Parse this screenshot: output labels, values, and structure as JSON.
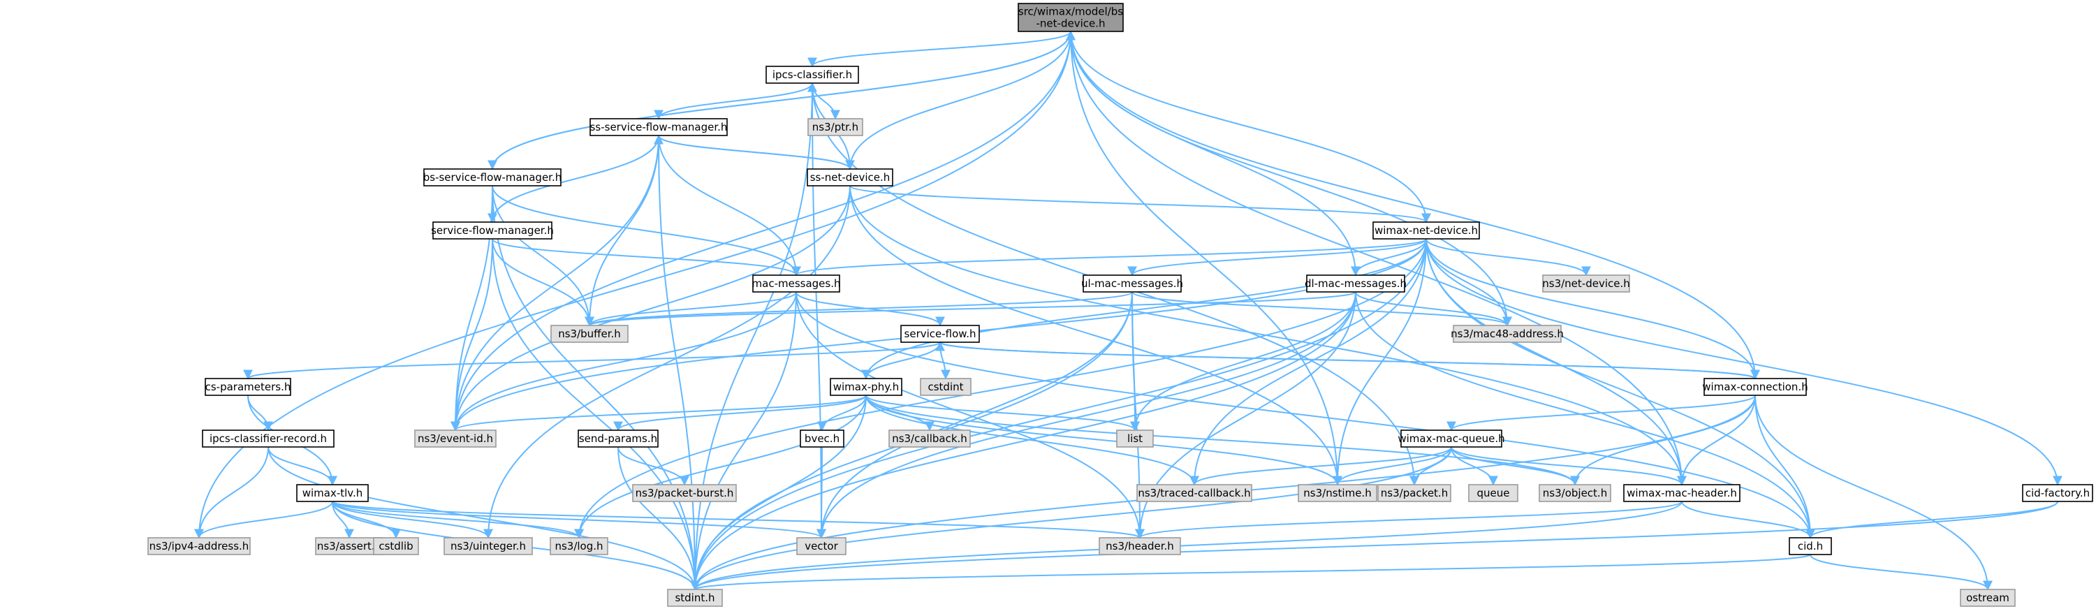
{
  "colors": {
    "edge": "#63b8ff",
    "root_fill": "#999999",
    "project_fill": "#ffffff",
    "external_fill": "#e0e0e0",
    "project_border": "#000000",
    "external_border": "#999999"
  },
  "nodes": [
    {
      "id": "root",
      "lines": [
        "src/wimax/model/bs",
        "-net-device.h"
      ],
      "kind": "root"
    },
    {
      "id": "ipcs_classifier",
      "lines": [
        "ipcs-classifier.h"
      ],
      "kind": "project"
    },
    {
      "id": "ptr",
      "lines": [
        "ns3/ptr.h"
      ],
      "kind": "external"
    },
    {
      "id": "ss_sfm",
      "lines": [
        "ss-service-flow-manager.h"
      ],
      "kind": "project"
    },
    {
      "id": "bs_sfm",
      "lines": [
        "bs-service-flow-manager.h"
      ],
      "kind": "project"
    },
    {
      "id": "ss_net_device",
      "lines": [
        "ss-net-device.h"
      ],
      "kind": "project"
    },
    {
      "id": "sfm",
      "lines": [
        "service-flow-manager.h"
      ],
      "kind": "project"
    },
    {
      "id": "wimax_net_device",
      "lines": [
        "wimax-net-device.h"
      ],
      "kind": "project"
    },
    {
      "id": "ns3_net_device",
      "lines": [
        "ns3/net-device.h"
      ],
      "kind": "external"
    },
    {
      "id": "mac_messages",
      "lines": [
        "mac-messages.h"
      ],
      "kind": "project"
    },
    {
      "id": "ul_mac_messages",
      "lines": [
        "ul-mac-messages.h"
      ],
      "kind": "project"
    },
    {
      "id": "dl_mac_messages",
      "lines": [
        "dl-mac-messages.h"
      ],
      "kind": "project"
    },
    {
      "id": "buffer",
      "lines": [
        "ns3/buffer.h"
      ],
      "kind": "external"
    },
    {
      "id": "mac48",
      "lines": [
        "ns3/mac48-address.h"
      ],
      "kind": "external"
    },
    {
      "id": "service_flow",
      "lines": [
        "service-flow.h"
      ],
      "kind": "project"
    },
    {
      "id": "cstdint",
      "lines": [
        "cstdint"
      ],
      "kind": "external"
    },
    {
      "id": "cs_parameters",
      "lines": [
        "cs-parameters.h"
      ],
      "kind": "project"
    },
    {
      "id": "wimax_phy",
      "lines": [
        "wimax-phy.h"
      ],
      "kind": "project"
    },
    {
      "id": "wimax_connection",
      "lines": [
        "wimax-connection.h"
      ],
      "kind": "project"
    },
    {
      "id": "event_id",
      "lines": [
        "ns3/event-id.h"
      ],
      "kind": "external"
    },
    {
      "id": "list",
      "lines": [
        "list"
      ],
      "kind": "external"
    },
    {
      "id": "ipcs_classifier_record",
      "lines": [
        "ipcs-classifier-record.h"
      ],
      "kind": "project"
    },
    {
      "id": "send_params",
      "lines": [
        "send-params.h"
      ],
      "kind": "project"
    },
    {
      "id": "bvec",
      "lines": [
        "bvec.h"
      ],
      "kind": "project"
    },
    {
      "id": "callback",
      "lines": [
        "ns3/callback.h"
      ],
      "kind": "external"
    },
    {
      "id": "wimax_mac_queue",
      "lines": [
        "wimax-mac-queue.h"
      ],
      "kind": "project"
    },
    {
      "id": "wimax_tlv",
      "lines": [
        "wimax-tlv.h"
      ],
      "kind": "project"
    },
    {
      "id": "packet_burst",
      "lines": [
        "ns3/packet-burst.h"
      ],
      "kind": "external"
    },
    {
      "id": "traced_callback",
      "lines": [
        "ns3/traced-callback.h"
      ],
      "kind": "external"
    },
    {
      "id": "nstime",
      "lines": [
        "ns3/nstime.h"
      ],
      "kind": "external"
    },
    {
      "id": "packet",
      "lines": [
        "ns3/packet.h"
      ],
      "kind": "external"
    },
    {
      "id": "queue",
      "lines": [
        "queue"
      ],
      "kind": "external"
    },
    {
      "id": "object",
      "lines": [
        "ns3/object.h"
      ],
      "kind": "external"
    },
    {
      "id": "wimax_mac_header",
      "lines": [
        "wimax-mac-header.h"
      ],
      "kind": "project"
    },
    {
      "id": "cid_factory",
      "lines": [
        "cid-factory.h"
      ],
      "kind": "project"
    },
    {
      "id": "ipv4",
      "lines": [
        "ns3/ipv4-address.h"
      ],
      "kind": "external"
    },
    {
      "id": "assert",
      "lines": [
        "ns3/assert.h"
      ],
      "kind": "external"
    },
    {
      "id": "cstdlib",
      "lines": [
        "cstdlib"
      ],
      "kind": "external"
    },
    {
      "id": "uinteger",
      "lines": [
        "ns3/uinteger.h"
      ],
      "kind": "external"
    },
    {
      "id": "log",
      "lines": [
        "ns3/log.h"
      ],
      "kind": "external"
    },
    {
      "id": "vector",
      "lines": [
        "vector"
      ],
      "kind": "external"
    },
    {
      "id": "header",
      "lines": [
        "ns3/header.h"
      ],
      "kind": "external"
    },
    {
      "id": "cid",
      "lines": [
        "cid.h"
      ],
      "kind": "project"
    },
    {
      "id": "stdint",
      "lines": [
        "stdint.h"
      ],
      "kind": "external"
    },
    {
      "id": "ostream",
      "lines": [
        "ostream"
      ],
      "kind": "external"
    }
  ],
  "edges": [
    [
      "root",
      "ipcs_classifier"
    ],
    [
      "root",
      "bs_sfm"
    ],
    [
      "root",
      "wimax_net_device"
    ],
    [
      "root",
      "dl_mac_messages"
    ],
    [
      "root",
      "event_id"
    ],
    [
      "root",
      "ipv4"
    ],
    [
      "root",
      "mac48"
    ],
    [
      "root",
      "nstime"
    ],
    [
      "root",
      "wimax_connection"
    ],
    [
      "root",
      "wimax_mac_header"
    ],
    [
      "ipcs_classifier",
      "ptr"
    ],
    [
      "ipcs_classifier",
      "ss_sfm"
    ],
    [
      "ipcs_classifier",
      "vector"
    ],
    [
      "ipcs_classifier",
      "stdint"
    ],
    [
      "ipcs_classifier",
      "packet"
    ],
    [
      "ss_sfm",
      "sfm"
    ],
    [
      "ss_sfm",
      "ss_net_device"
    ],
    [
      "ss_sfm",
      "mac_messages"
    ],
    [
      "ss_sfm",
      "buffer"
    ],
    [
      "ss_sfm",
      "event_id"
    ],
    [
      "ss_sfm",
      "stdint"
    ],
    [
      "ss_net_device",
      "root"
    ],
    [
      "ss_net_device",
      "ipcs_classifier"
    ],
    [
      "ss_net_device",
      "ss_sfm"
    ],
    [
      "ss_net_device",
      "wimax_net_device"
    ],
    [
      "ss_net_device",
      "uinteger"
    ],
    [
      "ss_net_device",
      "event_id"
    ],
    [
      "ss_net_device",
      "nstime"
    ],
    [
      "ss_net_device",
      "wimax_mac_header"
    ],
    [
      "bs_sfm",
      "root"
    ],
    [
      "bs_sfm",
      "sfm"
    ],
    [
      "bs_sfm",
      "mac_messages"
    ],
    [
      "bs_sfm",
      "buffer"
    ],
    [
      "bs_sfm",
      "event_id"
    ],
    [
      "bs_sfm",
      "stdint"
    ],
    [
      "sfm",
      "mac_messages"
    ],
    [
      "sfm",
      "buffer"
    ],
    [
      "sfm",
      "event_id"
    ],
    [
      "sfm",
      "stdint"
    ],
    [
      "wimax_net_device",
      "ns3_net_device"
    ],
    [
      "wimax_net_device",
      "mac_messages"
    ],
    [
      "wimax_net_device",
      "ul_mac_messages"
    ],
    [
      "wimax_net_device",
      "dl_mac_messages"
    ],
    [
      "wimax_net_device",
      "mac48"
    ],
    [
      "wimax_net_device",
      "wimax_phy"
    ],
    [
      "wimax_net_device",
      "wimax_connection"
    ],
    [
      "wimax_net_device",
      "event_id"
    ],
    [
      "wimax_net_device",
      "log"
    ],
    [
      "wimax_net_device",
      "traced_callback"
    ],
    [
      "wimax_net_device",
      "nstime"
    ],
    [
      "wimax_net_device",
      "wimax_mac_header"
    ],
    [
      "wimax_net_device",
      "cid_factory"
    ],
    [
      "wimax_net_device",
      "cid"
    ],
    [
      "wimax_net_device",
      "stdint"
    ],
    [
      "mac_messages",
      "buffer"
    ],
    [
      "mac_messages",
      "service_flow"
    ],
    [
      "mac_messages",
      "header"
    ],
    [
      "mac_messages",
      "stdint"
    ],
    [
      "mac_messages",
      "cid"
    ],
    [
      "mac_messages",
      "event_id"
    ],
    [
      "ul_mac_messages",
      "buffer"
    ],
    [
      "ul_mac_messages",
      "mac48"
    ],
    [
      "ul_mac_messages",
      "list"
    ],
    [
      "ul_mac_messages",
      "vector"
    ],
    [
      "ul_mac_messages",
      "header"
    ],
    [
      "ul_mac_messages",
      "stdint"
    ],
    [
      "dl_mac_messages",
      "buffer"
    ],
    [
      "dl_mac_messages",
      "mac48"
    ],
    [
      "dl_mac_messages",
      "list"
    ],
    [
      "dl_mac_messages",
      "vector"
    ],
    [
      "dl_mac_messages",
      "header"
    ],
    [
      "dl_mac_messages",
      "cid"
    ],
    [
      "dl_mac_messages",
      "stdint"
    ],
    [
      "service_flow",
      "cstdint"
    ],
    [
      "service_flow",
      "cs_parameters"
    ],
    [
      "service_flow",
      "wimax_phy"
    ],
    [
      "service_flow",
      "wimax_connection"
    ],
    [
      "cs_parameters",
      "ipcs_classifier_record"
    ],
    [
      "cs_parameters",
      "wimax_tlv"
    ],
    [
      "ipcs_classifier_record",
      "wimax_tlv"
    ],
    [
      "ipcs_classifier_record",
      "ipv4"
    ],
    [
      "ipcs_classifier_record",
      "stdint"
    ],
    [
      "wimax_phy",
      "event_id"
    ],
    [
      "wimax_phy",
      "list"
    ],
    [
      "wimax_phy",
      "send_params"
    ],
    [
      "wimax_phy",
      "bvec"
    ],
    [
      "wimax_phy",
      "callback"
    ],
    [
      "wimax_phy",
      "traced_callback"
    ],
    [
      "wimax_phy",
      "nstime"
    ],
    [
      "wimax_phy",
      "object"
    ],
    [
      "wimax_phy",
      "log"
    ],
    [
      "wimax_phy",
      "stdint"
    ],
    [
      "send_params",
      "packet_burst"
    ],
    [
      "send_params",
      "stdint"
    ],
    [
      "bvec",
      "vector"
    ],
    [
      "wimax_connection",
      "service_flow"
    ],
    [
      "wimax_connection",
      "wimax_mac_queue"
    ],
    [
      "wimax_connection",
      "object"
    ],
    [
      "wimax_connection",
      "wimax_mac_header"
    ],
    [
      "wimax_connection",
      "cid"
    ],
    [
      "wimax_connection",
      "ostream"
    ],
    [
      "wimax_connection",
      "stdint"
    ],
    [
      "wimax_mac_queue",
      "traced_callback"
    ],
    [
      "wimax_mac_queue",
      "nstime"
    ],
    [
      "wimax_mac_queue",
      "packet"
    ],
    [
      "wimax_mac_queue",
      "queue"
    ],
    [
      "wimax_mac_queue",
      "object"
    ],
    [
      "wimax_mac_queue",
      "wimax_mac_header"
    ],
    [
      "wimax_mac_queue",
      "stdint"
    ],
    [
      "wimax_mac_header",
      "header"
    ],
    [
      "wimax_mac_header",
      "cid"
    ],
    [
      "wimax_mac_header",
      "stdint"
    ],
    [
      "wimax_tlv",
      "ipv4"
    ],
    [
      "wimax_tlv",
      "assert"
    ],
    [
      "wimax_tlv",
      "cstdlib"
    ],
    [
      "wimax_tlv",
      "uinteger"
    ],
    [
      "wimax_tlv",
      "log"
    ],
    [
      "wimax_tlv",
      "vector"
    ],
    [
      "wimax_tlv",
      "header"
    ],
    [
      "wimax_tlv",
      "stdint"
    ],
    [
      "cid_factory",
      "cid"
    ],
    [
      "cid_factory",
      "stdint"
    ],
    [
      "cid",
      "ostream"
    ],
    [
      "cid",
      "stdint"
    ]
  ]
}
